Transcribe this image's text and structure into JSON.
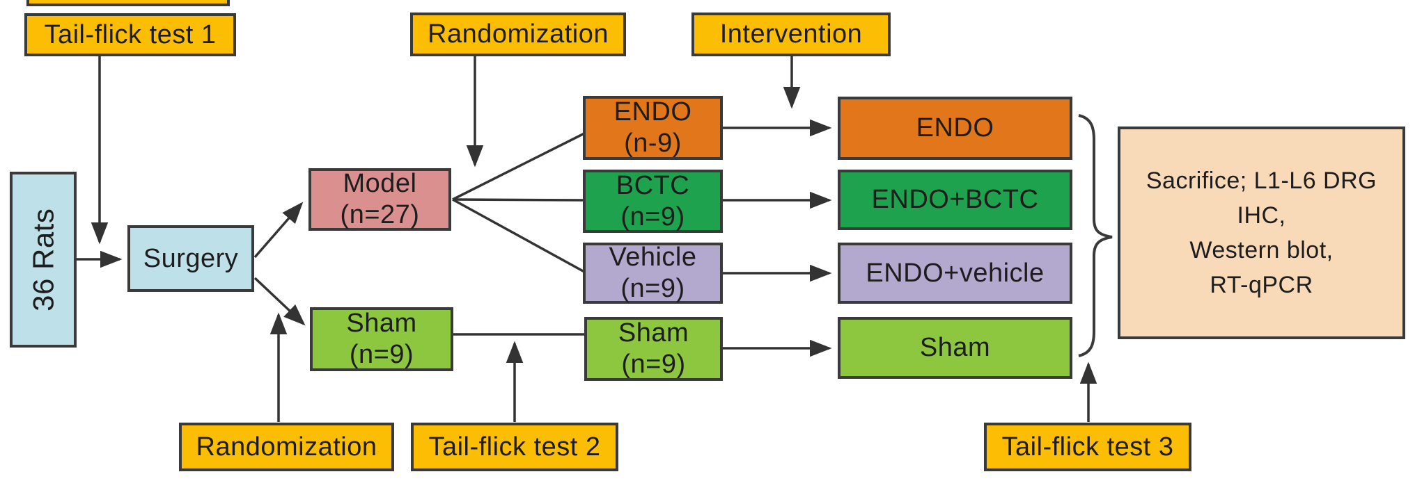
{
  "colors": {
    "process_yellow": "#fcbe05",
    "cohort_blue": "#bee0e8",
    "model_pink": "#d9908f",
    "endo_orange": "#e2761b",
    "bctc_green": "#1ea24d",
    "vehicle_purple": "#b3a8ce",
    "sham_green": "#8dc63f",
    "outcome_peach": "#f8dab9",
    "border_dark": "#3a3a3a",
    "arrow_dark": "#333333"
  },
  "boxes": {
    "tail_flick_1": {
      "label": "Tail-flick test 1"
    },
    "randomization_top": {
      "label": "Randomization"
    },
    "intervention": {
      "label": "Intervention"
    },
    "rats": {
      "label": "36 Rats"
    },
    "surgery": {
      "label": "Surgery"
    },
    "model": {
      "line1": "Model",
      "line2": "(n=27)"
    },
    "sham_surgery": {
      "line1": "Sham",
      "line2": "(n=9)"
    },
    "endo_group": {
      "line1": "ENDO",
      "line2": "(n-9)"
    },
    "bctc_group": {
      "line1": "BCTC",
      "line2": "(n=9)"
    },
    "vehicle_group": {
      "line1": "Vehicle",
      "line2": "(n=9)"
    },
    "sham_group": {
      "line1": "Sham",
      "line2": "(n=9)"
    },
    "endo_treatment": {
      "label": "ENDO"
    },
    "endo_bctc_treatment": {
      "label": "ENDO+BCTC"
    },
    "endo_vehicle_treatment": {
      "label": "ENDO+vehicle"
    },
    "sham_treatment": {
      "label": "Sham"
    },
    "randomization_bottom": {
      "label": "Randomization"
    },
    "tail_flick_2": {
      "label": "Tail-flick test 2"
    },
    "tail_flick_3": {
      "label": "Tail-flick test 3"
    },
    "outcome": {
      "line1": "Sacrifice; L1-L6 DRG",
      "line2": "IHC,",
      "line3": "Western blot,",
      "line4": "RT-qPCR"
    }
  }
}
